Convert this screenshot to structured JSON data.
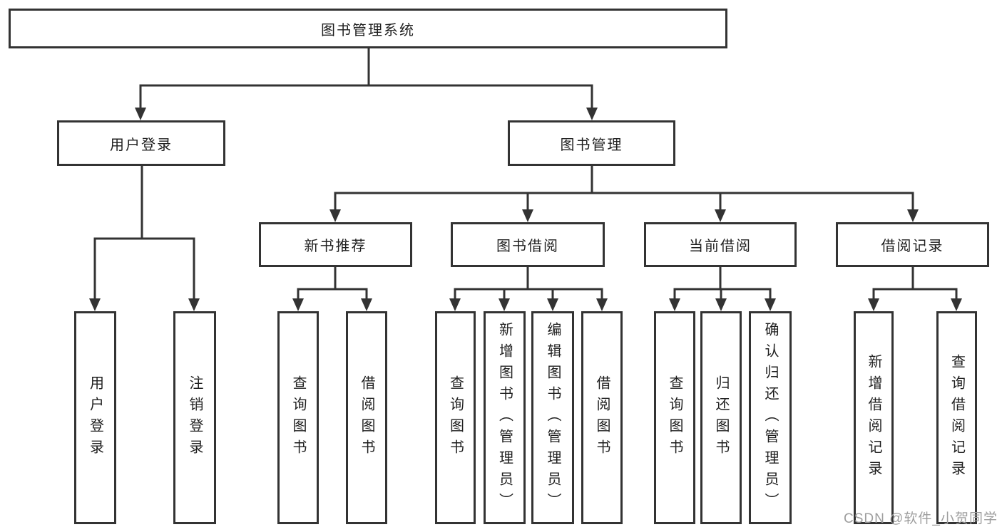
{
  "diagram_title": "图书管理系统",
  "nodes": {
    "root": "图书管理系统",
    "level2": [
      "用户登录",
      "图书管理"
    ],
    "level3": [
      "新书推荐",
      "图书借阅",
      "当前借阅",
      "借阅记录"
    ],
    "leaves": [
      "用户登录",
      "注销登录",
      "查询图书",
      "借阅图书",
      "查询图书",
      "新增图书（管理员）",
      "编辑图书（管理员）",
      "借阅图书",
      "查询图书",
      "归还图书",
      "确认归还（管理员）",
      "新增借阅记录",
      "查询借阅记录"
    ]
  },
  "structure": {
    "图书管理系统": [
      "用户登录",
      "图书管理"
    ],
    "用户登录": [
      "用户登录",
      "注销登录"
    ],
    "图书管理": [
      "新书推荐",
      "图书借阅",
      "当前借阅",
      "借阅记录"
    ],
    "新书推荐": [
      "查询图书",
      "借阅图书"
    ],
    "图书借阅": [
      "查询图书",
      "新增图书（管理员）",
      "编辑图书（管理员）",
      "借阅图书"
    ],
    "当前借阅": [
      "查询图书",
      "归还图书",
      "确认归还（管理员）"
    ],
    "借阅记录": [
      "新增借阅记录",
      "查询借阅记录"
    ]
  },
  "watermark": "CSDN @软件_小贺同学",
  "colors": {
    "line": "#333333",
    "box_border": "#333333",
    "text": "#1f1f1f",
    "watermark": "#9e9e9e",
    "background": "#ffffff"
  }
}
